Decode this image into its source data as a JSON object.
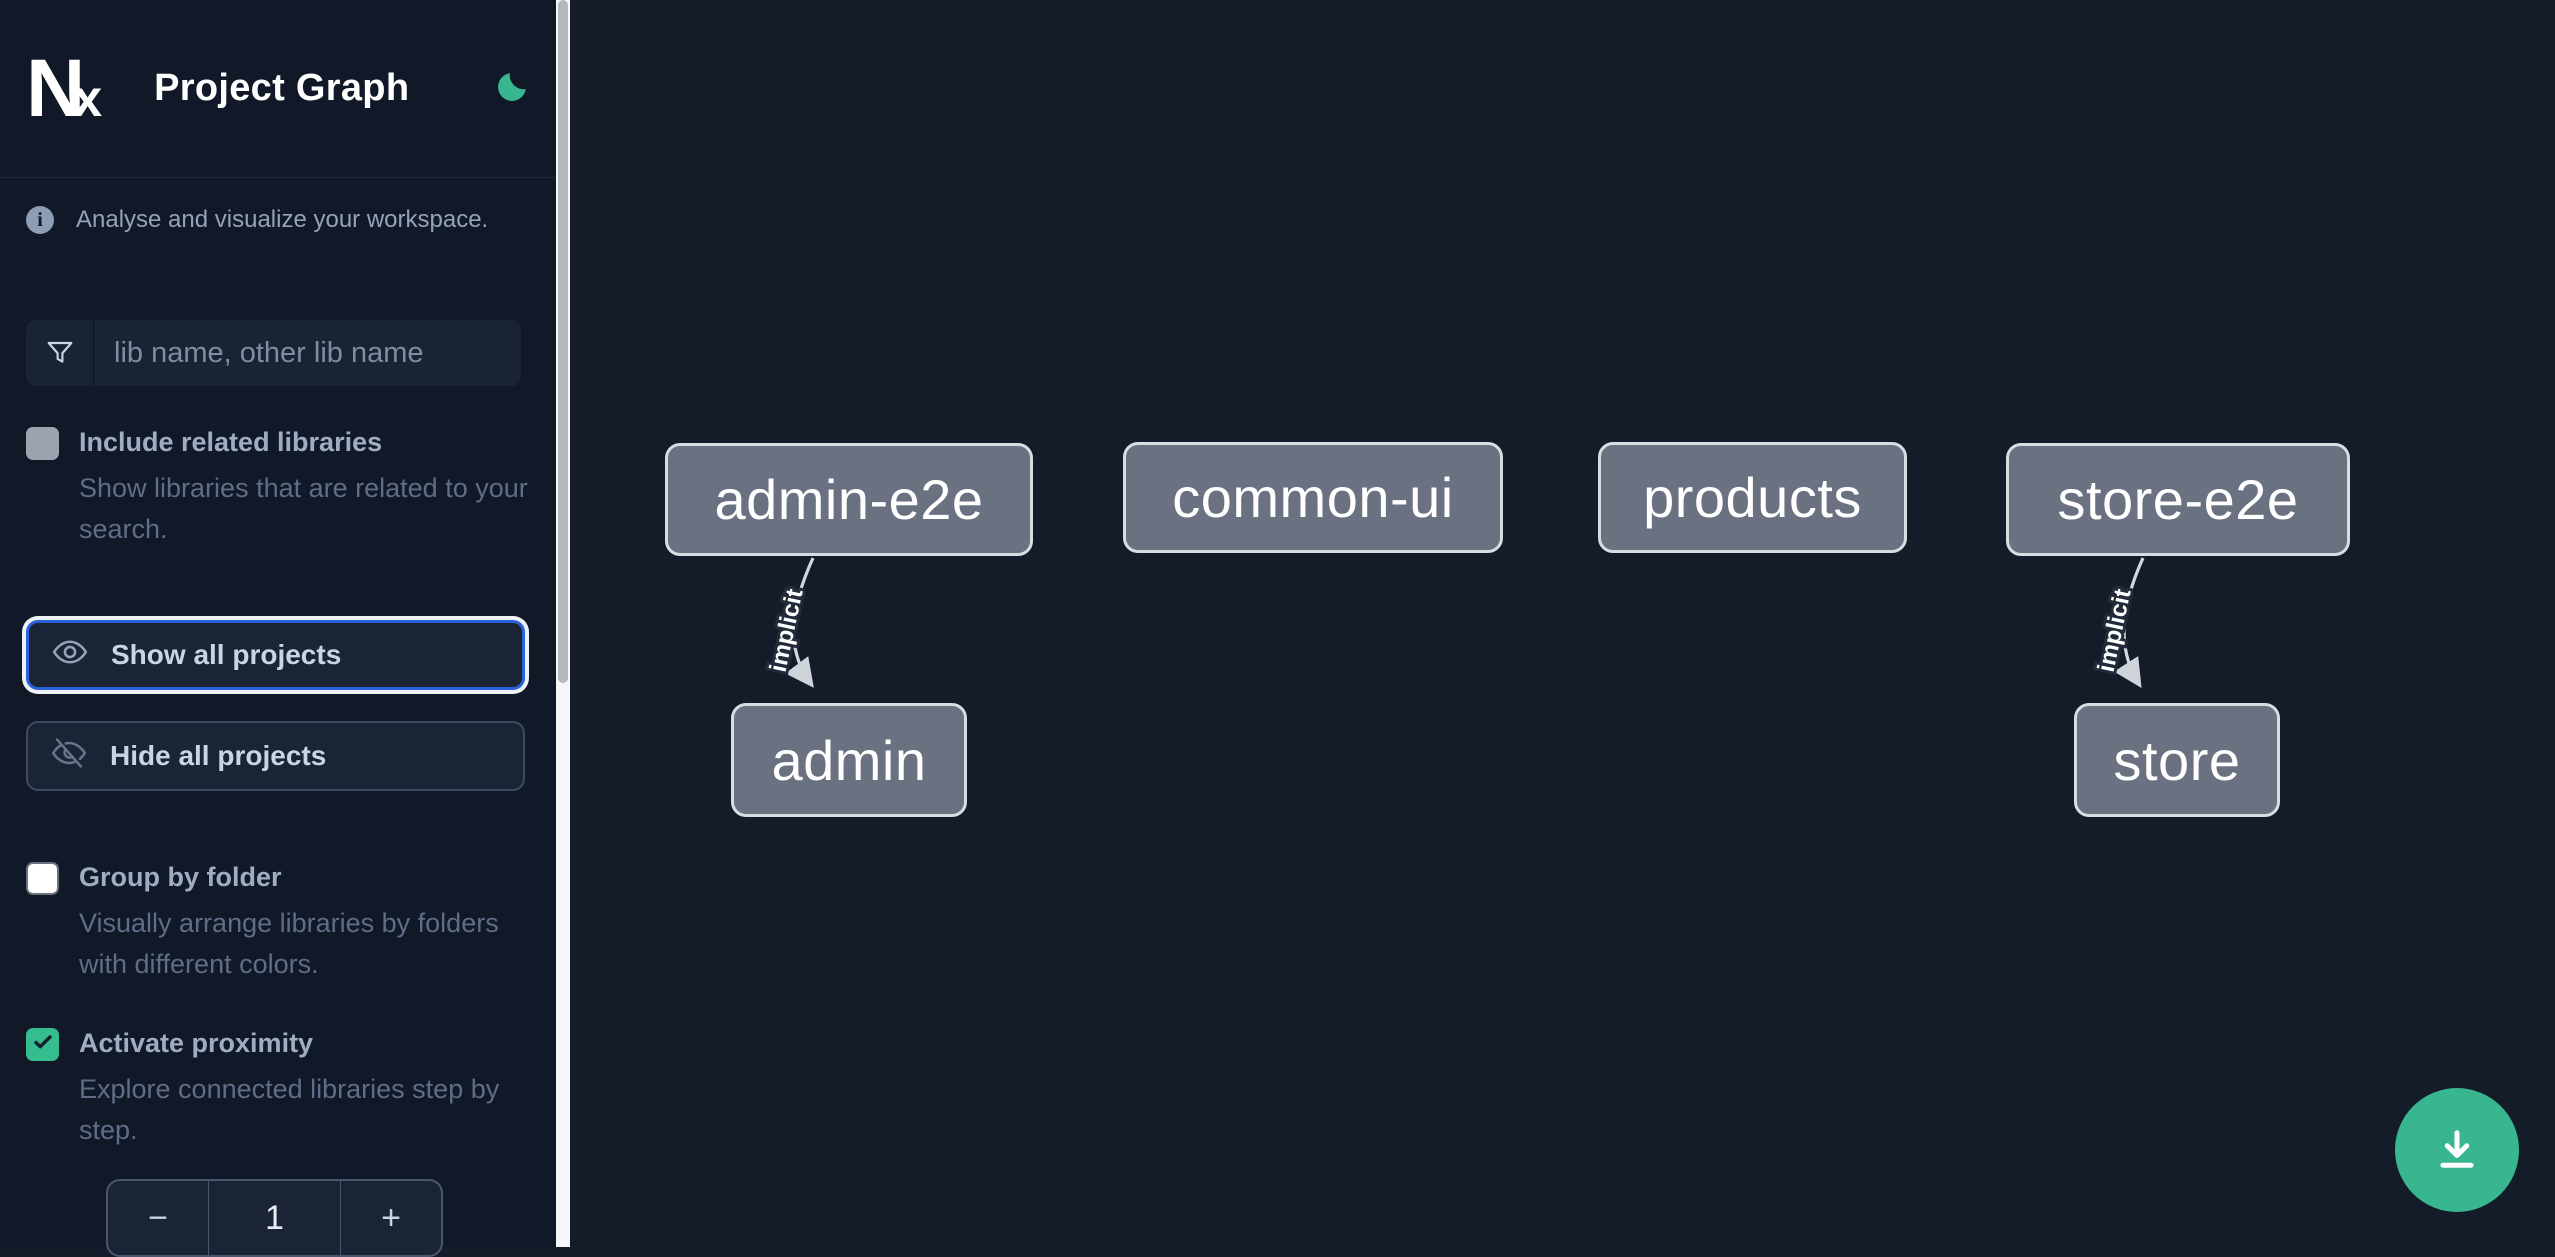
{
  "header": {
    "logo_text": "Nx",
    "title": "Project Graph"
  },
  "info_banner": {
    "text": "Analyse and visualize your workspace."
  },
  "search": {
    "placeholder": "lib name, other lib name",
    "value": ""
  },
  "controls": {
    "include_related": {
      "title": "Include related libraries",
      "description": "Show libraries that are related to your search.",
      "checked": false
    },
    "show_all_label": "Show all projects",
    "hide_all_label": "Hide all projects",
    "group_by_folder": {
      "title": "Group by folder",
      "description": "Visually arrange libraries by folders with different colors.",
      "checked": false
    },
    "activate_proximity": {
      "title": "Activate proximity",
      "description": "Explore connected libraries step by step.",
      "checked": true
    },
    "proximity_stepper": {
      "decrement_label": "−",
      "value": "1",
      "increment_label": "+"
    }
  },
  "graph": {
    "nodes": [
      {
        "label": "admin-e2e"
      },
      {
        "label": "common-ui"
      },
      {
        "label": "products"
      },
      {
        "label": "store-e2e"
      },
      {
        "label": "admin"
      },
      {
        "label": "store"
      }
    ],
    "edges": [
      {
        "label": "implicit",
        "from": "admin-e2e",
        "to": "admin"
      },
      {
        "label": "implicit",
        "from": "store-e2e",
        "to": "store"
      }
    ]
  },
  "colors": {
    "accent_green": "#38b68f",
    "focus_blue": "#2b62d9",
    "node_fill": "#6a7180",
    "sidebar_bg": "#111827",
    "canvas_bg": "#141b29"
  }
}
